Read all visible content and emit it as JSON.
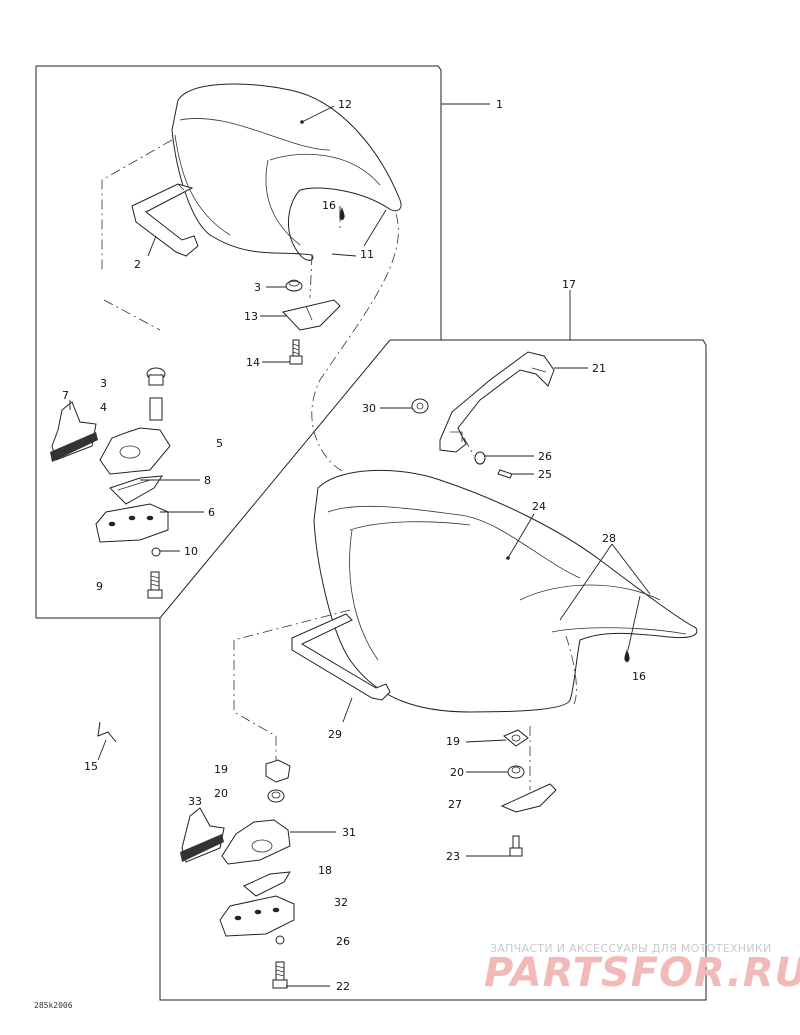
{
  "diagram": {
    "callouts": {
      "c1": "1",
      "c2": "2",
      "c3a": "3",
      "c3b": "3",
      "c4": "4",
      "c5": "5",
      "c6": "6",
      "c7": "7",
      "c8": "8",
      "c9": "9",
      "c10": "10",
      "c11": "11",
      "c12": "12",
      "c13": "13",
      "c14": "14",
      "c15": "15",
      "c16a": "16",
      "c16b": "16",
      "c17": "17",
      "c18": "18",
      "c19a": "19",
      "c19b": "19",
      "c20a": "20",
      "c20b": "20",
      "c21": "21",
      "c22": "22",
      "c23": "23",
      "c24": "24",
      "c25": "25",
      "c26a": "26",
      "c26b": "26",
      "c27": "27",
      "c28": "28",
      "c29": "29",
      "c30": "30",
      "c31": "31",
      "c32": "32",
      "c33": "33"
    },
    "code": "285k2006"
  },
  "watermark": {
    "tagline": "ЗАПЧАСТИ И АКСЕССУАРЫ ДЛЯ МОТОТЕХНИКИ",
    "brand": "PARTSFOR.RU"
  },
  "colors": {
    "line": "#222222",
    "background": "#ffffff",
    "watermark_brand": "#f2b9b9",
    "watermark_text": "#c9c9c9"
  }
}
